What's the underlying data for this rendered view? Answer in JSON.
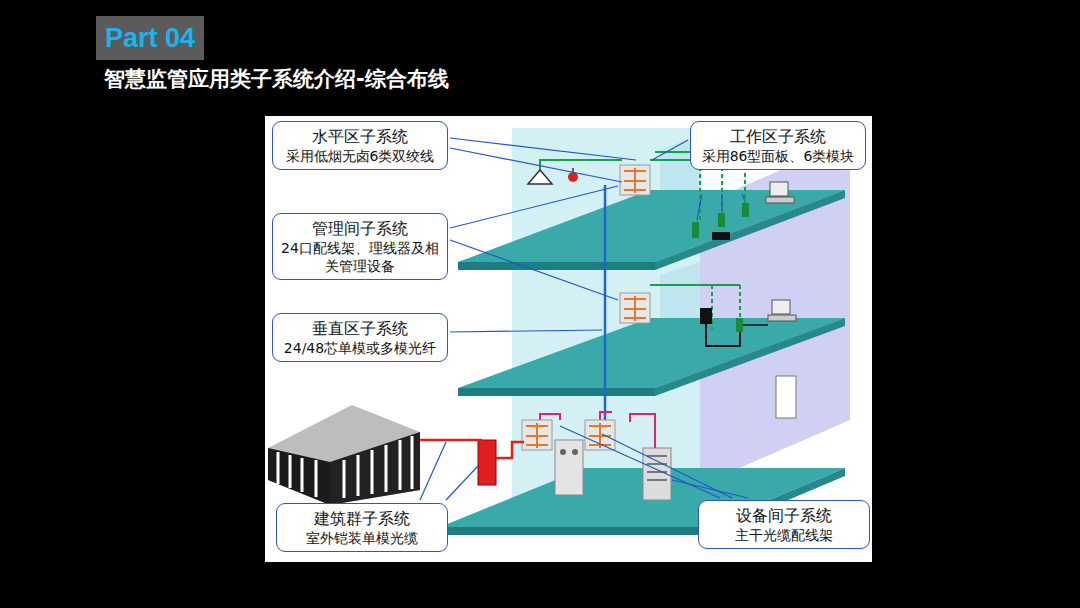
{
  "diagram": {
    "title": "智慧监管应用类子系统介绍-综合布线",
    "nodes": [
      {
        "text": [
          "Part 04"
        ]
      },
      {
        "text": [
          "水平区子系统",
          "采用低烟无卤6类双绞线"
        ]
      },
      {
        "text": [
          "工作区子系统",
          "采用86型面板、6类模块"
        ]
      },
      {
        "text": [
          "管理间子系统",
          "24口配线架、理线器及相关管理设备"
        ]
      },
      {
        "text": [
          "垂直区子系统",
          "24/48芯单模或多模光纤"
        ]
      },
      {
        "text": [
          "建筑群子系统",
          "室外铠装单模光缆"
        ]
      },
      {
        "text": [
          "设备间子系统",
          "主干光缆配线架"
        ]
      }
    ]
  }
}
